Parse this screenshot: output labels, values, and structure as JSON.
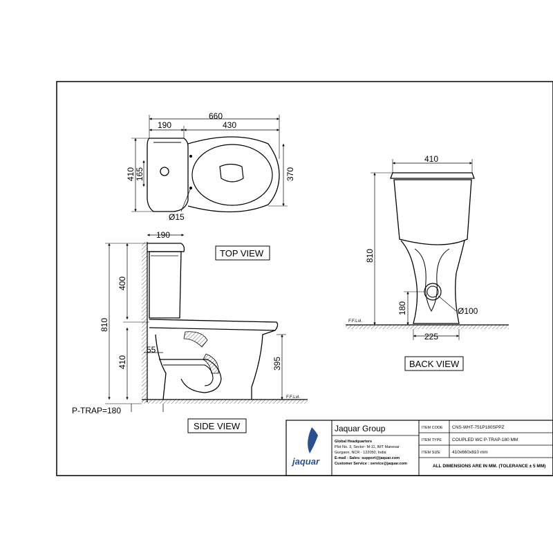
{
  "top_view": {
    "label": "TOP VIEW",
    "dims": {
      "overall_length": "660",
      "tank_depth": "190",
      "bowl_length": "430",
      "width": "410",
      "inlet_offset": "165",
      "bowl_width": "370",
      "hole_dia": "Ø15"
    }
  },
  "side_view": {
    "label": "SIDE VIEW",
    "dims": {
      "tank_depth": "190",
      "tank_height": "400",
      "total_height": "810",
      "seat_height": "410",
      "outlet_height": "55",
      "bowl_height": "395",
      "floor": "F.F.Lvl.",
      "trap": "P-TRAP=180"
    }
  },
  "back_view": {
    "label": "BACK VIEW",
    "dims": {
      "width": "410",
      "height": "810",
      "outlet_height": "180",
      "outlet_dia": "Ø100",
      "base_width": "225",
      "floor": "F.F.Lvl."
    }
  },
  "title_block": {
    "brand": "Jaquar Group",
    "logo_text": "jaquar",
    "address_lines": [
      "Global Headquarters",
      "Plot No. 3, Sector- M-11, IMT Manesar",
      "Gurgaon, NCR - 122050, India",
      "E-mail : Sales: support@jaquar.com",
      "Customer Service : service@jaquar.com"
    ],
    "rows": [
      {
        "key": "ITEM CODE",
        "value": "CNS-WHT-751P180SPPZ"
      },
      {
        "key": "ITEM TYPE",
        "value": "COUPLED WC P-TRAP-180 MM"
      },
      {
        "key": "ITEM SIZE",
        "value": "410x660x810 mm"
      }
    ],
    "note": "ALL DIMENSIONS ARE IN MM. (TOLERANCE ± 5 MM)"
  },
  "colors": {
    "line": "#000000",
    "logo": "#2a4f8f"
  }
}
